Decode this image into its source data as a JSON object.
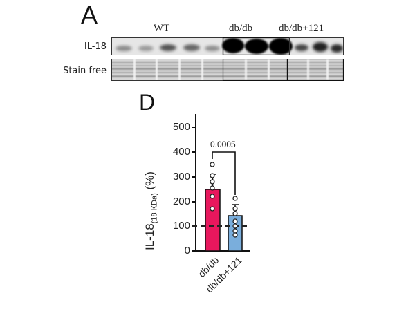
{
  "panel_a": {
    "letter": "A",
    "group_labels": [
      "WT",
      "db/db",
      "db/db+121"
    ],
    "row_labels": [
      "IL-18",
      "Stain free"
    ],
    "lanes": {
      "WT": 5,
      "db/db": 3,
      "db/db+121": 3
    }
  },
  "panel_d": {
    "letter": "D",
    "p_value": "0.0005",
    "y_axis_label_main": "IL-18",
    "y_axis_label_sub": "(18 KDa)",
    "y_axis_label_unit": " (%)",
    "y_ticks": [
      "0",
      "100",
      "200",
      "300",
      "400",
      "500"
    ],
    "x_labels": [
      "db/db",
      "db/db+121"
    ]
  },
  "colors": {
    "db_db": "#e8175d",
    "db_db_121": "#7aaedc",
    "axis": "#111111"
  },
  "chart_data": {
    "type": "bar",
    "title": "",
    "categories": [
      "db/db",
      "db/db+121"
    ],
    "values": [
      250,
      142
    ],
    "error_bars_upper": [
      315,
      188
    ],
    "individual_points": [
      [
        350,
        300,
        280,
        255,
        220,
        170
      ],
      [
        210,
        170,
        150,
        120,
        100,
        80,
        70
      ]
    ],
    "reference_line": 100,
    "xlabel": "",
    "ylabel": "IL-18 (18 KDa) (%)",
    "ylim": [
      0,
      500
    ],
    "yticks": [
      0,
      100,
      200,
      300,
      400,
      500
    ],
    "annotations": [
      {
        "text": "0.0005",
        "between": [
          "db/db",
          "db/db+121"
        ]
      }
    ],
    "grid": false,
    "legend": null,
    "colors": [
      "#e8175d",
      "#7aaedc"
    ]
  }
}
